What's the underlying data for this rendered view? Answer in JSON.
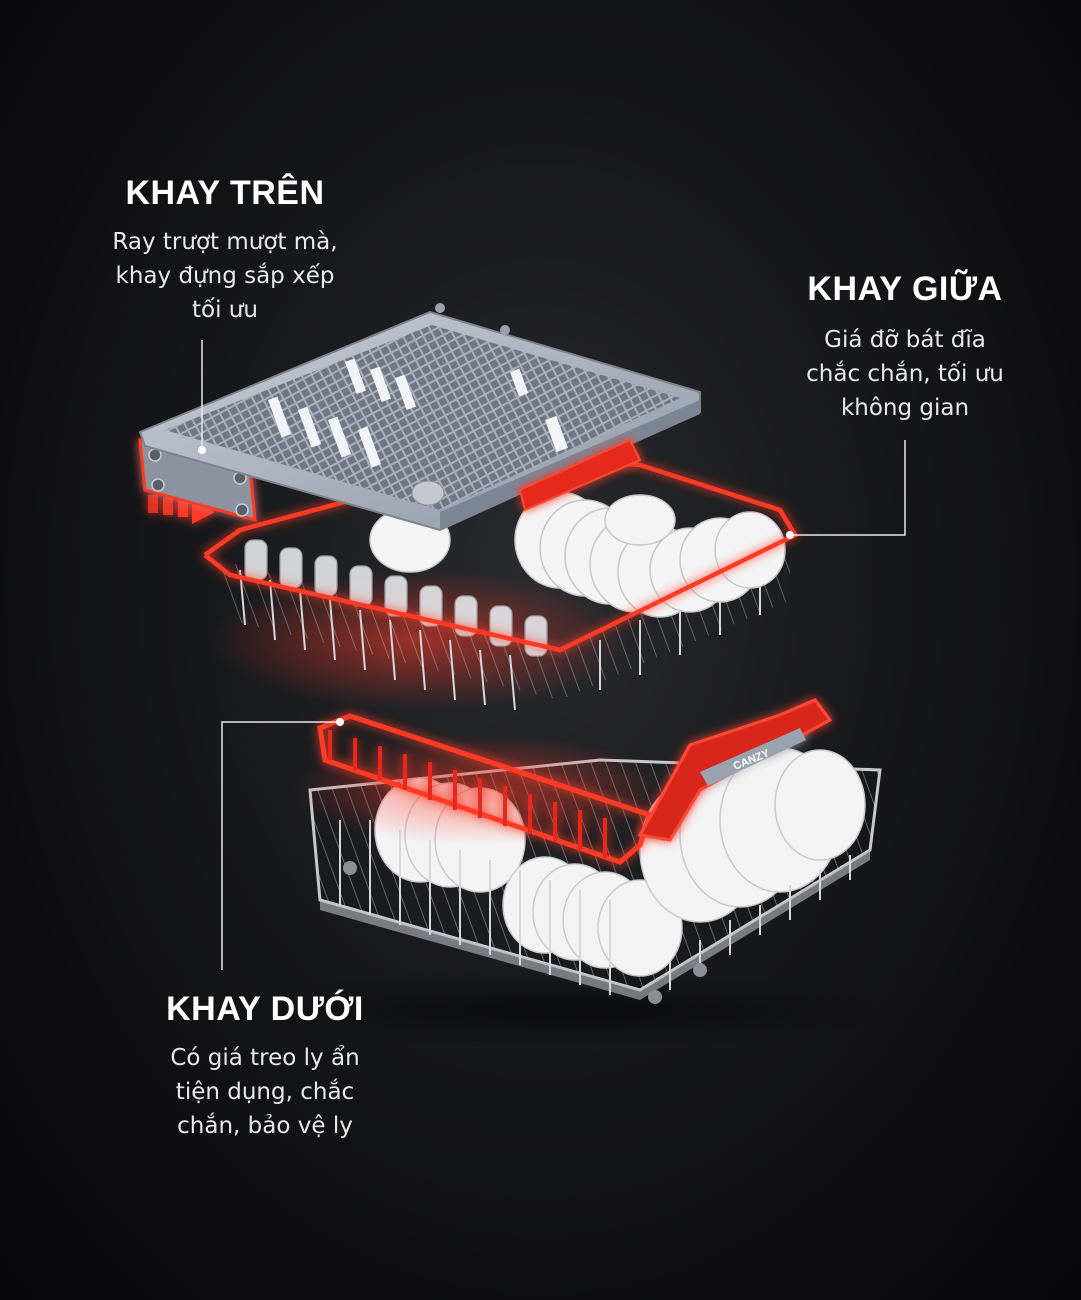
{
  "trays": {
    "top": {
      "title": "KHAY TRÊN",
      "desc": "Ray trượt mượt mà,\nkhay đựng sắp xếp\ntối ưu"
    },
    "middle": {
      "title": "KHAY GIỮA",
      "desc": "Giá đỡ bát đĩa\nchắc chắn, tối ưu\nkhông gian"
    },
    "bottom": {
      "title": "KHAY DƯỚI",
      "desc": "Có giá treo ly ẩn\ntiện dụng, chắc\nchắn, bảo vệ ly"
    }
  },
  "brand_logo": "CANZY",
  "colors": {
    "background": "#0c0c0e",
    "accent": "#e52b1f",
    "rack": "#b9bcc2",
    "dishes": "#f3f3f4"
  }
}
